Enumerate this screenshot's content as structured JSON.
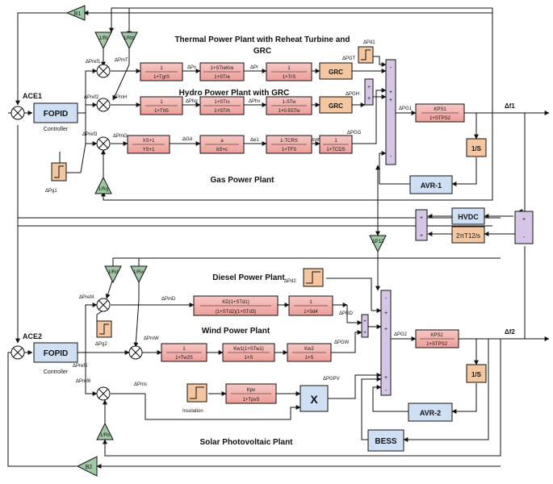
{
  "area1": {
    "ace": "ACE1",
    "controller": "FOPID",
    "controller_caption": "Controller",
    "thermal": {
      "title_l1": "Thermal Power Plant with Reheat Turbine and",
      "title_l2": "GRC",
      "gov": [
        "1",
        "1+TgrS"
      ],
      "reheat": [
        "1+STreKre",
        "1+STre"
      ],
      "turb": [
        "1",
        "1+TrS"
      ],
      "grc": "GRC"
    },
    "hydro": {
      "title": "Hydro Power Plant with GRC",
      "gov": [
        "1",
        "1+ThS"
      ],
      "droop": [
        "1+STrs",
        "1+STrh"
      ],
      "penstock": [
        "1-STw",
        "1+0.5STw"
      ],
      "grc": "GRC"
    },
    "gas": {
      "title": "Gas Power Plant",
      "valve": [
        "XS+1",
        "YS+1"
      ],
      "fuel": [
        "a",
        "bS+c"
      ],
      "comb": [
        "1-TCRS",
        "1+TFS"
      ],
      "turb": [
        "1",
        "1+TCDS"
      ]
    },
    "gains": {
      "rt": "1/Rt",
      "rth": "1/Rth",
      "rg": "1/Rg",
      "b1": "B1"
    },
    "step_label": "ΔPd1",
    "pg1_step": "ΔPg1",
    "power_system": [
      "KPS1",
      "1+STPS2"
    ],
    "integrator": "1/S",
    "avr": "AVR-1",
    "out": "Δf1",
    "labels": {
      "pref1": "ΔPref1",
      "pref2": "ΔPref2",
      "pref3": "ΔPref3",
      "pmT": "ΔPmT",
      "pmH": "ΔPmH",
      "pmG": "ΔPmG",
      "pv": "ΔPv",
      "pr": "ΔPr",
      "phg": "ΔPhg",
      "phv": "ΔPhv",
      "gd": "ΔGd",
      "e1": "Δe1",
      "wf": "ΔWf",
      "pgt": "ΔPGT",
      "pgh": "ΔPGH",
      "pgg": "ΔPGG",
      "pg1": "ΔPG1"
    }
  },
  "tie": {
    "hvdc": "HVDC",
    "ac": "2πT12/s",
    "p12": "ΔP12"
  },
  "area2": {
    "ace": "ACE2",
    "controller": "FOPID",
    "controller_caption": "Controller",
    "diesel": {
      "title": "Diesel Power Plant",
      "tf": [
        "KD(1+STd1)",
        "(1+STd2)(1+STd3)"
      ],
      "lag": [
        "1",
        "1+Sd4"
      ]
    },
    "wind": {
      "title": "Wind Power Plant",
      "b1": [
        "1",
        "1+Tw2S"
      ],
      "b2": [
        "Kw1(1+STw1)",
        "1+S"
      ],
      "b3": [
        "Kw2",
        "1+S"
      ]
    },
    "solar": {
      "title": "Solar Photovoltaic Plant",
      "tf": [
        "Kpv",
        "1+TpvS"
      ],
      "mult": "X",
      "insolation": "Insolation"
    },
    "gains": {
      "rd": "1/Rd",
      "rw": "1/Rw",
      "rs": "1/Rs",
      "b2": "B2"
    },
    "step_label": "ΔPd2",
    "pg2_step": "ΔPg2",
    "power_system": [
      "KPS2",
      "1+STPS2"
    ],
    "integrator": "1/S",
    "avr": "AVR-2",
    "bess": "BESS",
    "out": "Δf2",
    "labels": {
      "pref4": "ΔPref4",
      "pref5": "ΔPref5",
      "pref6": "ΔPref6",
      "pmD": "ΔPmD",
      "pmW": "ΔPmW",
      "pms": "ΔPms",
      "pgd": "ΔPGD",
      "pgw": "ΔPGW",
      "pgpv": "ΔPGPV",
      "pg2": "ΔPG2"
    }
  }
}
